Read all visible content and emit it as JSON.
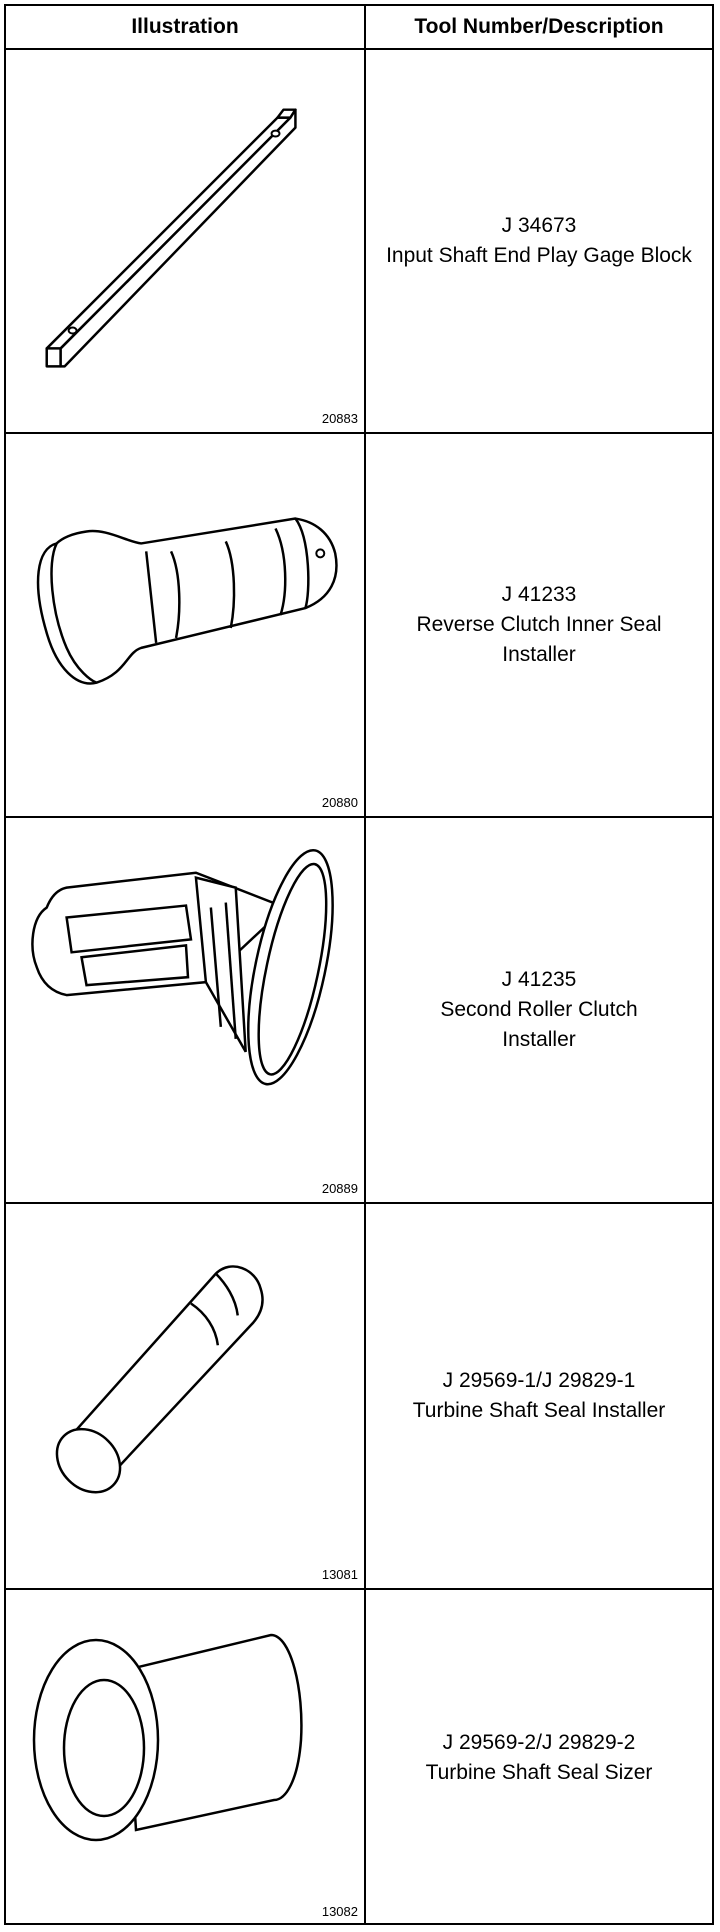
{
  "header": {
    "col1": "Illustration",
    "col2": "Tool Number/Description"
  },
  "rows": [
    {
      "tool_number": "J 34673",
      "description": "Input Shaft End Play Gage Block",
      "figure_id": "20883",
      "icon": "gage-block-icon"
    },
    {
      "tool_number": "J 41233",
      "description": "Reverse Clutch Inner Seal Installer",
      "figure_id": "20880",
      "icon": "seal-installer-icon"
    },
    {
      "tool_number": "J 41235",
      "description": "Second Roller Clutch Installer",
      "figure_id": "20889",
      "icon": "roller-clutch-installer-icon"
    },
    {
      "tool_number": "J 29569-1/J 29829-1",
      "description": "Turbine Shaft Seal Installer",
      "figure_id": "13081",
      "icon": "turbine-seal-installer-icon"
    },
    {
      "tool_number": "J 29569-2/J 29829-2",
      "description": "Turbine Shaft Seal Sizer",
      "figure_id": "13082",
      "icon": "turbine-seal-sizer-icon"
    }
  ]
}
